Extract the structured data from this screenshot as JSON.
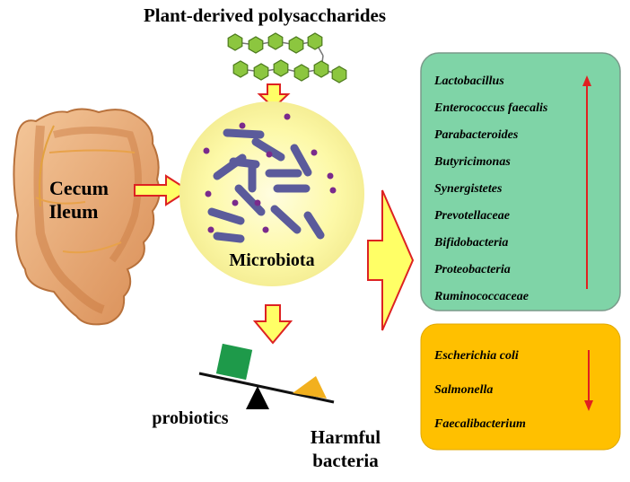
{
  "title": "Plant-derived polysaccharides",
  "gut_labels": {
    "cecum": "Cecum",
    "ileum": "Ileum"
  },
  "microbiota_label": "Microbiota",
  "balance": {
    "left": "probiotics",
    "right_line1": "Harmful",
    "right_line2": "bacteria"
  },
  "increased": {
    "items": [
      "Lactobacillus",
      "Enterococcus faecalis",
      "Parabacteroides",
      "Butyricimonas",
      "Synergistetes",
      "Prevotellaceae",
      "Bifidobacteria",
      "Proteobacteria",
      "Ruminococcaceae"
    ],
    "direction": "up"
  },
  "decreased": {
    "items": [
      "Escherichia coli",
      "Salmonella",
      "Faecalibacterium"
    ],
    "direction": "down"
  },
  "colors": {
    "increased_box": "#7fd4a7",
    "decreased_box": "#ffc000",
    "arrow_fill": "#ffff66",
    "arrow_stroke": "#dd2222",
    "microbiota_circle": "#fdfaae",
    "bacteria_rod": "#5b5b9b",
    "bacteria_dot": "#7a2a8c",
    "hexagon": "#8cc63f",
    "probiotics_block": "#1e9a4a",
    "harmful_triangle": "#f2b01e",
    "trend_arrow": "#e02020"
  },
  "icons": [
    "intestine-icon",
    "polysaccharide-chain-icon",
    "balance-scale-icon"
  ]
}
